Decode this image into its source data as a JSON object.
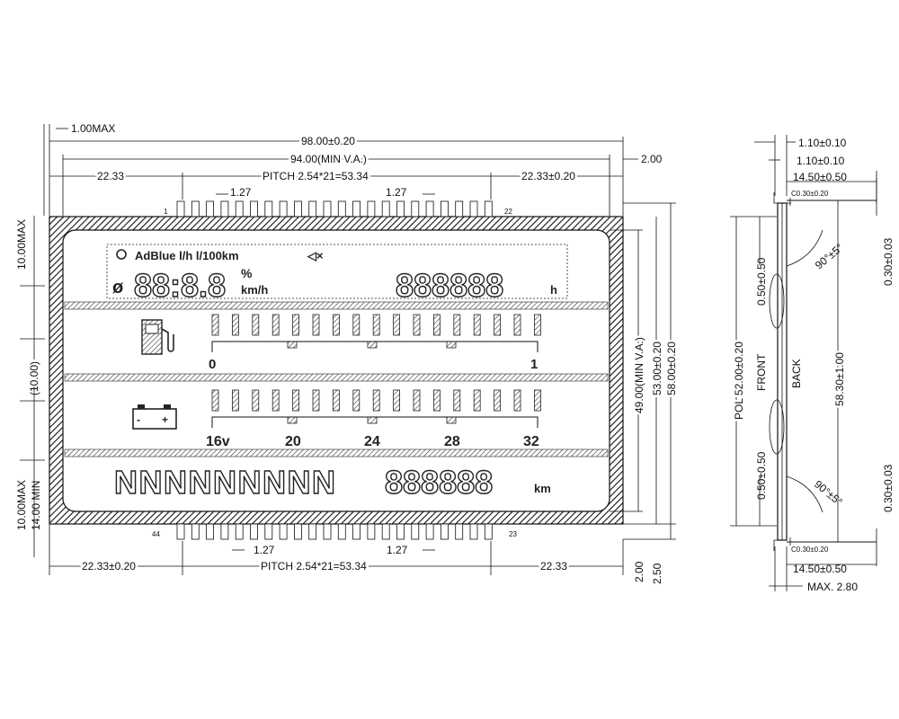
{
  "front": {
    "top": {
      "max_thickness": "1.00MAX",
      "overall_width": "98.00±0.20",
      "view_area": "94.00(MIN V.A.)",
      "left_offset": "22.33",
      "pitch": "PITCH 2.54*21=53.34",
      "right_offset": "22.33±0.20",
      "pin_pitch_left": "1.27",
      "pin_pitch_right": "1.27",
      "right_gap": "2.00",
      "pin_first": "1",
      "pin_last": "22"
    },
    "left": {
      "upper_max": "10.00MAX",
      "mid": "(10.00)",
      "lower_max": "10.00MAX",
      "lower_min": "14.00 MIN"
    },
    "right": {
      "view_height": "49.00(MIN V.A.)",
      "height_a": "53.00±0.20",
      "height_b": "58.00±0.20",
      "bottom_a": "2.00",
      "bottom_b": "2.50"
    },
    "bottom": {
      "left_offset": "22.33±0.20",
      "pitch": "PITCH 2.54*21=53.34",
      "right_offset": "22.33",
      "pin_pitch_left": "1.27",
      "pin_pitch_right": "1.27",
      "pin_first": "44",
      "pin_last": "23"
    },
    "lcd": {
      "row1_icons": "AdBlue  l/h  l/100km",
      "row1_digits": "88:8.8",
      "row1_unit_pct": "%",
      "row1_unit": "km/h",
      "row1_right_digits": "888888",
      "row1_right_unit": "h",
      "fuel_min": "0",
      "fuel_max": "1",
      "volt_scale": [
        "16v",
        "20",
        "24",
        "28",
        "32"
      ],
      "row4_alpha": "NNNNNNNNN",
      "row4_digits": "888888",
      "row4_unit": "km"
    }
  },
  "side": {
    "t1": "1.10±0.10",
    "t2": "1.10±0.10",
    "w_top": "14.50±0.50",
    "c_top": "C0.30±0.20",
    "c_bottom": "C0.30±0.20",
    "angle_top": "90°±5°",
    "angle_bottom": "90°±5°",
    "right_top": "0.30±0.03",
    "right_bottom": "0.30±0.03",
    "pol": "POL 52.00±0.20",
    "front": "FRONT",
    "back": "BACK",
    "left_top": "0.50±0.50",
    "left_bottom": "0.50±0.50",
    "center": "58.30±1.00",
    "w_bottom": "14.50±0.50",
    "max": "MAX. 2.80"
  }
}
